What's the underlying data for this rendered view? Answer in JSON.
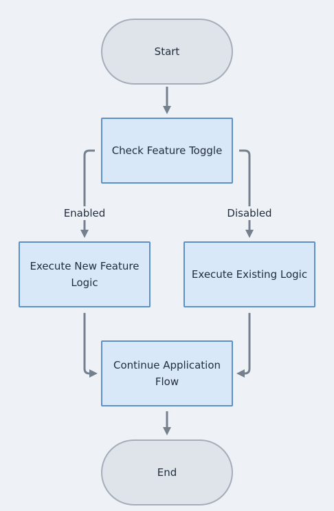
{
  "nodes": {
    "start": {
      "label": "Start"
    },
    "check_toggle": {
      "label": "Check Feature Toggle"
    },
    "new_feature": {
      "label": "Execute New Feature Logic"
    },
    "existing_logic": {
      "label": "Execute Existing Logic"
    },
    "continue_flow": {
      "label": "Continue Application Flow"
    },
    "end": {
      "label": "End"
    }
  },
  "edges": {
    "enabled": {
      "label": "Enabled"
    },
    "disabled": {
      "label": "Disabled"
    }
  },
  "colors": {
    "background": "#eef1f5",
    "terminal_fill": "#dfe4eb",
    "terminal_border": "#a4adb8",
    "process_fill": "#d8e8f8",
    "process_border": "#5c8fc8",
    "connector": "#74808d",
    "text": "#1f2b3a"
  }
}
